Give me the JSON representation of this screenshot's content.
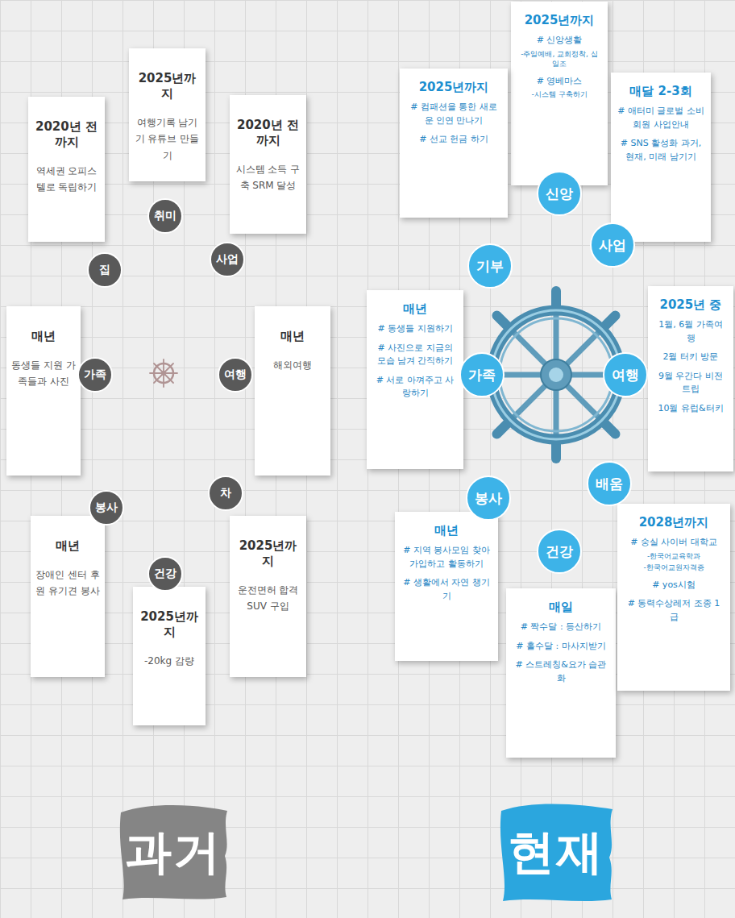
{
  "diagram": {
    "nodes": [
      {
        "text": [
          "2020년 전까지",
          "역세권 오피스텔로 독립하기"
        ]
      },
      {
        "text": [
          "2025년까지",
          "여행기록 남기기 유튜브 만들기"
        ]
      },
      {
        "text": [
          "2020년 전까지",
          "시스템 소득 구축 SRM 달성"
        ]
      },
      {
        "text": [
          "집"
        ]
      },
      {
        "text": [
          "취미"
        ]
      },
      {
        "text": [
          "사업"
        ]
      },
      {
        "text": [
          "매년",
          "동생들 지원 가족들과 사진"
        ]
      },
      {
        "text": [
          "가족"
        ]
      },
      {
        "text": [
          "여행"
        ]
      },
      {
        "text": [
          "매년",
          "해외여행"
        ]
      },
      {
        "text": [
          "봉사"
        ]
      },
      {
        "text": [
          "차"
        ]
      },
      {
        "text": [
          "매년",
          "장애인 센터 후원 유기견 봉사"
        ]
      },
      {
        "text": [
          "건강"
        ]
      },
      {
        "text": [
          "2025년까지",
          "-20kg 감량"
        ]
      },
      {
        "text": [
          "2025년까지",
          "운전면허 합격 SUV 구입"
        ]
      },
      {
        "text": [
          "2025년까지",
          "# 신앙생활",
          "-주일예배, 교회정착, 십일조",
          "# 영베마스",
          "-시스템 구축하기"
        ]
      },
      {
        "text": [
          "2025년까지",
          "# 컴패션을 통한 새로운 인연 만나기",
          "# 선교 헌금 하기"
        ]
      },
      {
        "text": [
          "매달 2-3회",
          "# 애터미 글로벌 소비회원 사업안내",
          "# SNS 활성화 과거, 현재, 미래 남기기"
        ]
      },
      {
        "text": [
          "신앙"
        ]
      },
      {
        "text": [
          "기부"
        ]
      },
      {
        "text": [
          "사업"
        ]
      },
      {
        "text": [
          "매년",
          "# 동생들 지원하기",
          "# 사진으로 지금의 모습 남겨 간직하기",
          "# 서로 아껴주고 사랑하기"
        ]
      },
      {
        "text": [
          "가족"
        ]
      },
      {
        "text": [
          "여행"
        ]
      },
      {
        "text": [
          "2025년 중",
          "1월, 6월 가족여행",
          "2월 터키 방문",
          "9월 우간다 비전트립",
          "10월 유럽&터키"
        ]
      },
      {
        "text": [
          "봉사"
        ]
      },
      {
        "text": [
          "배움"
        ]
      },
      {
        "text": [
          "매년",
          "# 지역 봉사모임 찾아 가입하고 활동하기",
          "# 생활에서 자연 챙기기"
        ]
      },
      {
        "text": [
          "건강"
        ]
      },
      {
        "text": [
          "매일",
          "# 짝수달 : 등산하기",
          "# 홀수달 : 마사지받기",
          "# 스트레칭&요가 습관화"
        ]
      },
      {
        "text": [
          "2028년까지",
          "# 숭실 사이버 대학교",
          "-한국어교육학과",
          "-한국어교원자격증",
          "# yos시험",
          "# 동력수상레저 조종 1급"
        ]
      }
    ],
    "labels": [
      "과거",
      "현재"
    ]
  }
}
